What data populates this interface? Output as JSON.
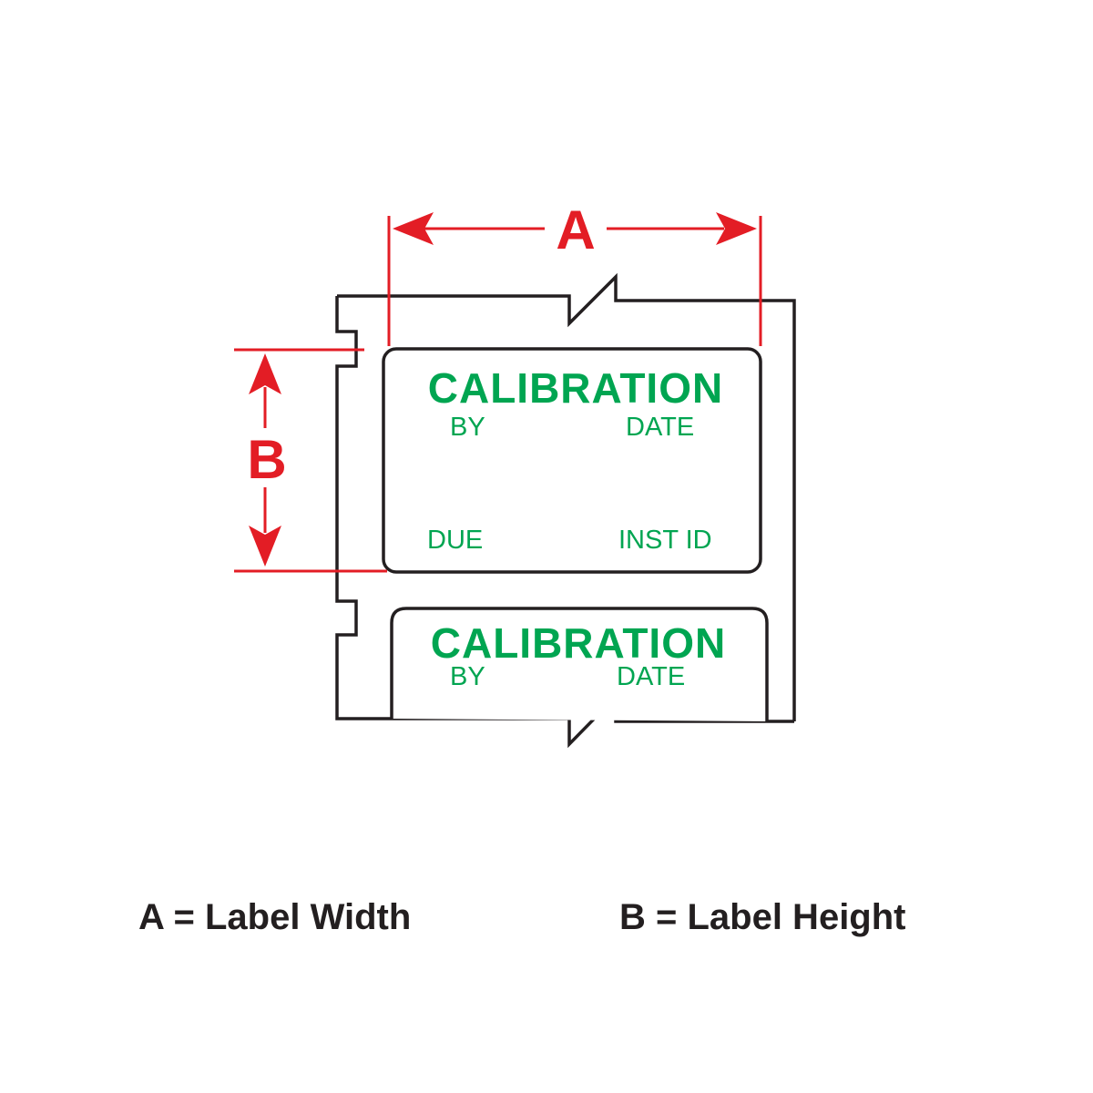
{
  "colors": {
    "outline": "#231f20",
    "dimension": "#e31d25",
    "label_text": "#00a551",
    "background": "#ffffff"
  },
  "dimensions": {
    "width_letter": "A",
    "height_letter": "B"
  },
  "labels": [
    {
      "title": "CALIBRATION",
      "fields": [
        "BY",
        "DATE",
        "DUE",
        "INST ID"
      ]
    },
    {
      "title": "CALIBRATION",
      "fields": [
        "BY",
        "DATE"
      ]
    }
  ],
  "legend": {
    "a": "A = Label Width",
    "b": "B = Label Height"
  }
}
